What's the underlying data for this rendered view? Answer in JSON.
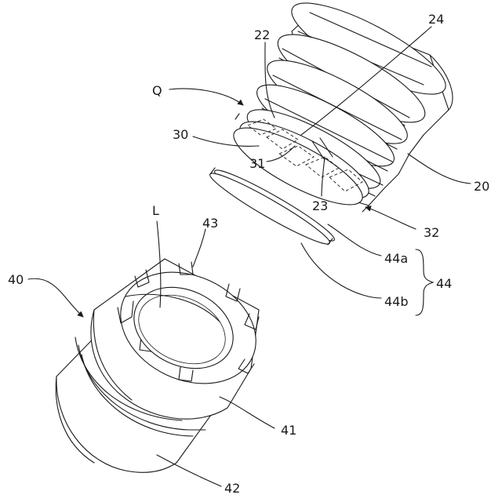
{
  "labels": {
    "q": "Q",
    "n22": "22",
    "n24": "24",
    "n30": "30",
    "n31": "31",
    "n23": "23",
    "n20": "20",
    "n32": "32",
    "n44a": "44a",
    "n44b": "44b",
    "n44": "44",
    "n43": "43",
    "l": "L",
    "n40": "40",
    "n41": "41",
    "n42": "42"
  }
}
